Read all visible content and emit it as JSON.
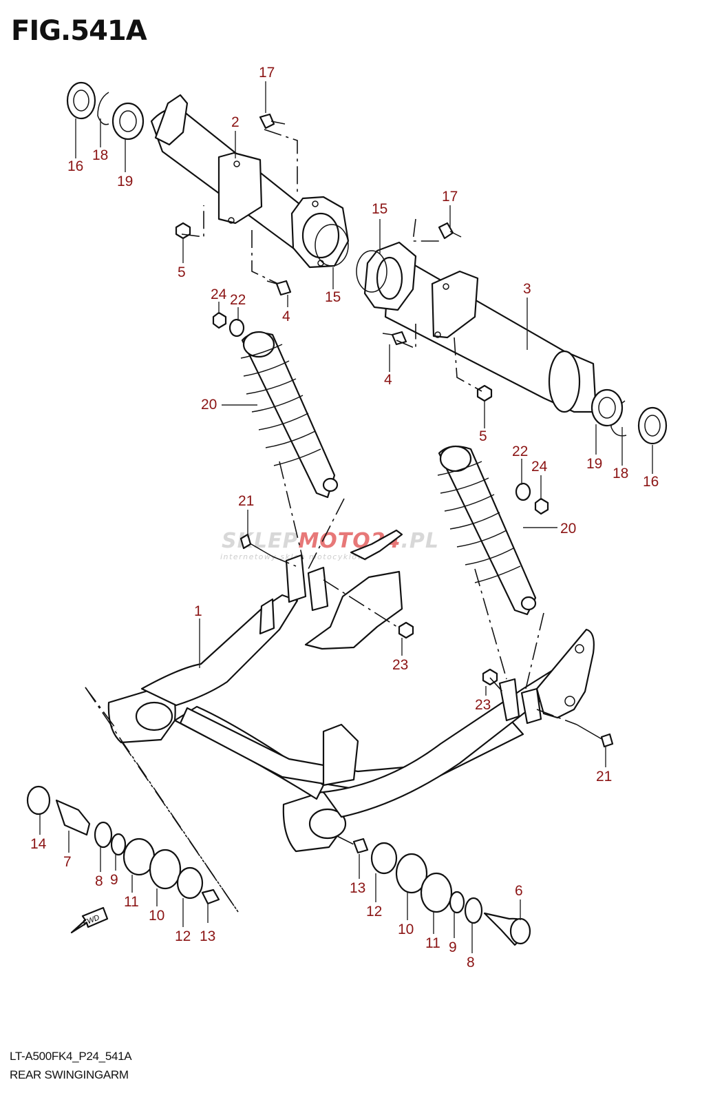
{
  "figure": {
    "title": "FIG.541A",
    "model_code": "LT-A500FK4_P24_541A",
    "section_name": "REAR SWINGINGARM"
  },
  "watermark": {
    "brand_a": "SKLEP",
    "brand_b": "MOTO",
    "brand_c": "24",
    "brand_d": ".PL",
    "tagline": "internetowy sklep motocyklowy",
    "color_grey": "#d4d4d4",
    "color_red": "#e56a6a"
  },
  "fwd_label": "FWD",
  "callouts": {
    "c1": "1",
    "c2": "2",
    "c3": "3",
    "c4a": "4",
    "c4b": "4",
    "c5a": "5",
    "c5b": "5",
    "c6": "6",
    "c7": "7",
    "c8a": "8",
    "c8b": "8",
    "c9a": "9",
    "c9b": "9",
    "c10a": "10",
    "c10b": "10",
    "c11a": "11",
    "c11b": "11",
    "c12a": "12",
    "c12b": "12",
    "c13a": "13",
    "c13b": "13",
    "c14": "14",
    "c15a": "15",
    "c15b": "15",
    "c16a": "16",
    "c16b": "16",
    "c17a": "17",
    "c17b": "17",
    "c18a": "18",
    "c18b": "18",
    "c19a": "19",
    "c19b": "19",
    "c20a": "20",
    "c20b": "20",
    "c21a": "21",
    "c21b": "21",
    "c22a": "22",
    "c22b": "22",
    "c23a": "23",
    "c23b": "23",
    "c24a": "24",
    "c24b": "24"
  },
  "colors": {
    "callout": "#8b1414",
    "line": "#111111"
  }
}
